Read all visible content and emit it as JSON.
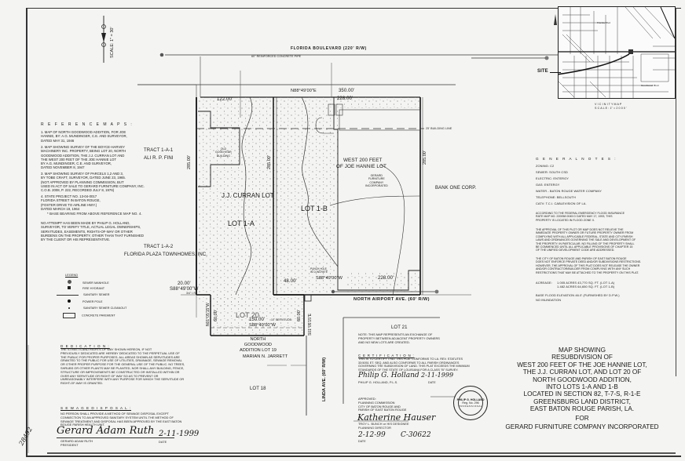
{
  "document": {
    "type": "Survey plat / resubdivision map",
    "scale_label": "SCALE: 1\" = 30'"
  },
  "streets": {
    "florida_blvd": "FLORIDA BOULEVARD  (220' R/W)",
    "pipe_note": "60\" REINFORCED CONCRETE PIPE",
    "north_airport": "NORTH AIRPORT AVE. (60' R/W)",
    "linda_ave": "LINDA AVE. (60' R/W)"
  },
  "parcels": {
    "tract_1a1_line1": "TRACT 1-A-1",
    "tract_1a1_line2": "ALI R. P. FINI",
    "tract_1a2_line1": "TRACT 1-A-2",
    "tract_1a2_line2": "FLORIDA PLAZA TOWNHOMES, INC.",
    "bank_one": "BANK ONE CORP.",
    "curran_lot": "J.J. CURRAN LOT",
    "lot_1a": "LOT 1-A",
    "lot_1b": "LOT 1-B",
    "lot_20": "LOT 20",
    "lot_21": "LOT 21",
    "lot_18": "LOT 18",
    "west_200_line1": "WEST 200 FEET",
    "west_200_line2": "OF JOE HANNIE LOT",
    "gerard_bldg": "GERARD\nFURNITURE\nCOMPANY\nINCORPORATED",
    "goodyear_bldg": "OLD\nGOODYEAR\nBUILDING",
    "north_goodwood": "NORTH\nGOODWOOD\nADDITION LOT 19",
    "jarrett": "MARIAN N. JARRETT"
  },
  "dimensions": {
    "d122": "122.00'",
    "d350": "350.00'",
    "d228_top": "228.00'",
    "d228_bottom": "228.00'",
    "bearing_top": "N88°49'00\"E",
    "bearing_mid": "S88°49'00\"W",
    "bearing_left": "S88°49'00\"W",
    "bearing_bottom": "S88°49'00\"W",
    "d285_left": "285.00'",
    "d285_mid": "285.00'",
    "d285_right": "285.00'",
    "d20": "20.00'",
    "d48": "48.00'",
    "d60_left": "60.00'",
    "d60_right": "60.00'",
    "d150": "150.00'",
    "bearing_vert_left": "N01°05'15\"W",
    "bearing_vert_right": "S01°05'15\"E",
    "building_line": "25' BUILDING LINE",
    "servitude": "10' SERVITUDE",
    "iron_rod_note": "3/4\" I.R.",
    "punch_hole": "PUNCH HOLE\nIN CONCRETE"
  },
  "reference_maps": {
    "heading": "R E F E R E N C E   M A P S :",
    "items": [
      "1. MAP OF NORTH GOODWOOD ADDITION, FOR JOE\n    HANNIE, BY: A.G. MUNDINGER, C.E. AND SURVEYOR,\n    DATED MAY 31, 1946",
      "2. MAP SHOWING SURVEY OF THE BOYCE-HARVEY\n    MACHINERY INC. PROPERTY, BEING LOT 20, NORTH\n    GOODWOOD ADDITION, THE J.J. CURRAN LOT AND\n    THE WEST 200 FEET OF THE JOE HANNIE LOT\n    BY A.G. MUNDINGER, C.E. AND SURVEYOR,\n    DATED NOVEMBER 8, 1947",
      "3. MAP SHOWING SURVEY OF PARCELS 1,2 AND 3,\n    BY TOBE CRAFT, SURVEYOR, DATED JUNE 23, 1965.\n    (NOT APPROVED BY PLANNING COMMISSION, BUT\n    USED IN ACT OF SALE TO GERARD FURNITURE COMPANY, INC.\n    C.O.B. 2008, P. 222, RECORDED JULY 8, 1976)",
      "4. STATE PROJECT NO. 13-04-0017\n    FLORIDA STREET IN BATON ROUGE,\n    (FOSTER DRIVE TO AIRLINE HWY.)\n    DATED MARCH 19, 1964"
    ],
    "base_bearing": "* BASE BEARING FROM ABOVE REFERENCE MAP NO. 4.",
    "disclaimer": "NO ATTEMPT HAS BEEN MADE BY PHILIP G. HOLLAND,\nSURVEYOR, TO VERIFY TITLE, ACTUAL LEGAL OWNERSHIPS,\nSERVITUDES, EASEMENTS, RIGHTS-OF-WAY OR OTHER\nBURDENS ON THE PROPERTY, OTHER THAN THAT FURNISHED\nBY THE CLIENT OR HIS REPRESENTATIVE."
  },
  "legend": {
    "heading": "LEGEND",
    "items": [
      {
        "symbol": "sewer-manhole",
        "label": "SEWER MANHOLE"
      },
      {
        "symbol": "fire-hydrant",
        "label": "FIRE HYDRANT"
      },
      {
        "symbol": "sanitary-sewer",
        "label": "SANITARY SEWER"
      },
      {
        "symbol": "power-pole",
        "label": "POWER POLE"
      },
      {
        "symbol": "sewer-cleanout",
        "label": "SANITARY SEWER CLEANOUT"
      },
      {
        "symbol": "concrete-pavement",
        "label": "CONCRETE PAVEMENT"
      }
    ]
  },
  "dedication": {
    "heading": "D E D I C A T I O N :",
    "body": "THE STREETS AND RIGHTS OF WAY SHOWN HEREON, IF NOT\nPREVIOUSLY DEDICATED ARE HEREBY DEDICATED TO THE PERPETUAL USE OF\nTHE PUBLIC FOR PROPER PURPOSES. ALL AREAS SHOWN AS SERVITUDES ARE\nGRANTED TO THE PUBLIC FOR USE OF UTILITIES, DRAINAGE, SEWAGE REMOVAL\nOR OTHER PROPER PURPOSE FOR THE GENERAL USE OF THE PUBLIC. NO TREES,\nSHRUBS OR OTHER PLANTS MAY BE PLANTED, NOR SHALL ANY BUILDING, FENCE,\nSTRUCTURE OR IMPROVEMENTS BE CONSTRUCTED OR INSTALLED WITHIN OR\nOVER ANY SERVITUDE OR RIGHT OF WAY SO AS TO PREVENT OR\nUNREASONABLY INTERFERE WITH ANY PURPOSE FOR WHICH THE SERVITUDE OR\nRIGHT-OF-WAY IS GRANTED."
  },
  "sewage": {
    "heading": "S E W A G E   D I S P O S A L :",
    "body": "NO PERSON SHALL PROVIDE A METHOD OF SEWAGE DISPOSAL EXCEPT\nCONNECTION TO AN APPROVED SANITARY SYSTEM UNTIL THE METHOD OF\nSEWAGE TREATMENT AND DISPOSAL HAS BEEN APPROVED BY THE EAST BATON\nROUGE PARISH HEALTH UNIT.",
    "signature": "Gerard Adam Ruth",
    "signer_name": "GERARD ADAM RUTH",
    "signer_title": "PRESIDENT",
    "date": "2-11-1999",
    "date_label": "DATE",
    "margin_note": "28492"
  },
  "notes": {
    "exchange_note": "NOTE: THIS MAP REPRESENTS AN EXCHANGE OF\nPROPERTY BETWEEN ADJACENT PROPERTY OWNERS\nAND NO NEW LOTS ARE CREATED."
  },
  "certification": {
    "heading": "C E R T I F I C A T I O N :",
    "body": "THIS IS TO CERTIFY THAT THIS PLAT CONFORMS TO LA. REV. STATUTES\n33:5051 ET. SEQ. AND ALSO CONFORMS TO ALL PARISH ORDINANCES\nGOVERNING THE SUBDIVISION OF LAND.  THIS PLAT EXCEEDS THE MINIMUM\nSTANDARDS OF THE STATE OF LOUISIANA FOR A CLASS \"B\" SURVEY.",
    "signature": "Philip G. Holland",
    "signer": "PHILIP G. HOLLAND, P.L.S.",
    "date": "2-11-1999",
    "date_label": "DATE"
  },
  "approval": {
    "lines": "APPROVED:\nPLANNING COMMISSION\nCITY OF BATON ROUGE AND\nPARISH OF EAST BATON ROUGE",
    "signature": "Katherine Hauser",
    "signer": "TROY L. BUNCH or HIS DESIGNEE",
    "signer_title": "PLANNING DIRECTOR",
    "date": "2-12-99",
    "date_label": "DATE",
    "case_no": "C-30622"
  },
  "seal": {
    "top": "STATE OF LOUISIANA",
    "name": "PHILIP G. HOLLAND",
    "reg": "Reg. No. 296",
    "professional": "PROFESSIONAL",
    "bottom": "LAND SURVEYOR"
  },
  "vicinity_map": {
    "site_label": "SITE",
    "caption_1": "V I C I N I T Y   M A P",
    "caption_2": "S C A L E : 1\" = 2 0 0 0 '",
    "road_1": "Florida Blvd",
    "road_2": "Goodwood Blvd"
  },
  "general_notes": {
    "heading": "G E N E R A L   N O T E S :",
    "utilities": [
      "ZONING: C2",
      "SEWER: SOUTH CSD",
      "ELECTRIC: ENTERGY",
      "GAS: ENTERGY",
      "WATER - BATON ROUGE WATER COMPANY",
      "TELEPHONE: BELLSOUTH",
      "CATV: T.C.I. CABLEVISION OF LA."
    ],
    "flood": "ACCORDING TO THE FEDERAL EMERGENCY FLOOD INSURANCE\nRATE MAP NO. 220058 0045 D DATED MAY 17, 1993, THIS\nPROPERTY IS LOCATED IN FLOOD ZONE X.",
    "approval_note": "THE APPROVAL OF THIS PLOT OR MAP DOES NOT RELIEVE THE\nIMMEDIATE PROPERTY OWNER OR FUTURE PROPERTY OWNER FROM\nCOMPLYING WITH ALL APPLICABLE FEDERAL, STATE AND CITY-PARISH\nLAWS AND ORDINANCES GOVERNING THE SALE AND DEVELOPMENT OF\nTHE PROPERTY.  IN PARTICULAR, NO FILLING OF THE PROPERTY SHALL\nBE COMMENCED UNTIL ALL APPLICABLE PROVISIONS OF CHAPTER 15\nOF THE UNIFIED DEVELOPMENT CODE ARE ADDRESSED.",
    "restrictions": "THE CITY OF BATON ROUGE AND PARISH OF EAST BATON ROUGE\nDOES NOT ENFORCE PRIVATE DEED AND/OR SUBDIVISIONS RESTRICTIONS.\nHOWEVER, THE APPROVAL OF THIS PLAT DOES NOT RELEASE THE OWNER\nAND/OR CONTRACTOR/BUILDER FROM COMPLYING WITH ANY SUCH\nRESTRICTIONS THAT MAY BE ATTACHED TO THE PROPERTY ON THIS PLAT.",
    "acreage_label": "ACREAGE:",
    "acreage_1": "1.005 ACRES  43,770 SQ. FT. (LOT 1-A)",
    "acreage_2": "1.482 ACRES  64,650 SQ. FT. (LOT 1-B)",
    "base_flood": "BASE FLOOD ELEVATION  46.0' (FURNISHED BY D.P.W.)",
    "inundation": "NO INUNDATION"
  },
  "title_block": {
    "lines": [
      "MAP SHOWING",
      "RESUBDIVISION OF",
      "WEST 200 FEET OF THE JOE HANNIE LOT,",
      "THE J.J. CURRAN LOT, AND LOT 20 OF",
      "NORTH GOODWOOD ADDITION,",
      "INTO LOTS 1-A AND 1-B",
      "LOCATED IN SECTION 82, T-7-S, R-1-E",
      "GREENSBURG LAND DISTRICT,",
      "EAST BATON ROUGE PARISH, LA.",
      "FOR",
      "GERARD FURNITURE COMPANY INCORPORATED"
    ]
  }
}
